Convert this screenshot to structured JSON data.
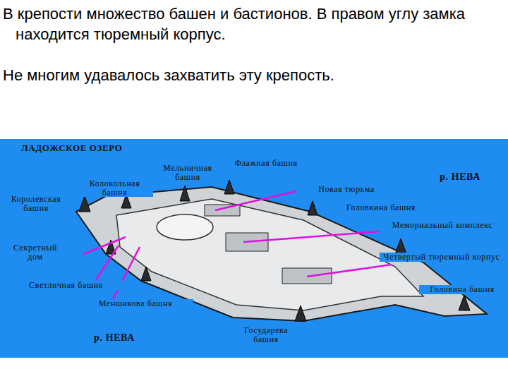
{
  "diagram": {
    "labels": [
      "В крепости множество башен и бастионов. В правом углу замка находится тюремный корпус.",
      "Не многим удавалось захватить эту крепость.",
      "ЛАДОЖСКОЕ ОЗЕРО",
      "Мельничная башня",
      "Флажная башня",
      "Колокольная башня",
      "Королевская башня",
      "р. НЕВА",
      "Новая тюрьма",
      "Головкина башня",
      "Мемориальный комплекс",
      "Секретный дом",
      "Четвертый тюремный корпус",
      "Светличная башня",
      "Головина башня",
      "Меншикова башня",
      "р. НЕВА",
      "Государева башня"
    ]
  }
}
